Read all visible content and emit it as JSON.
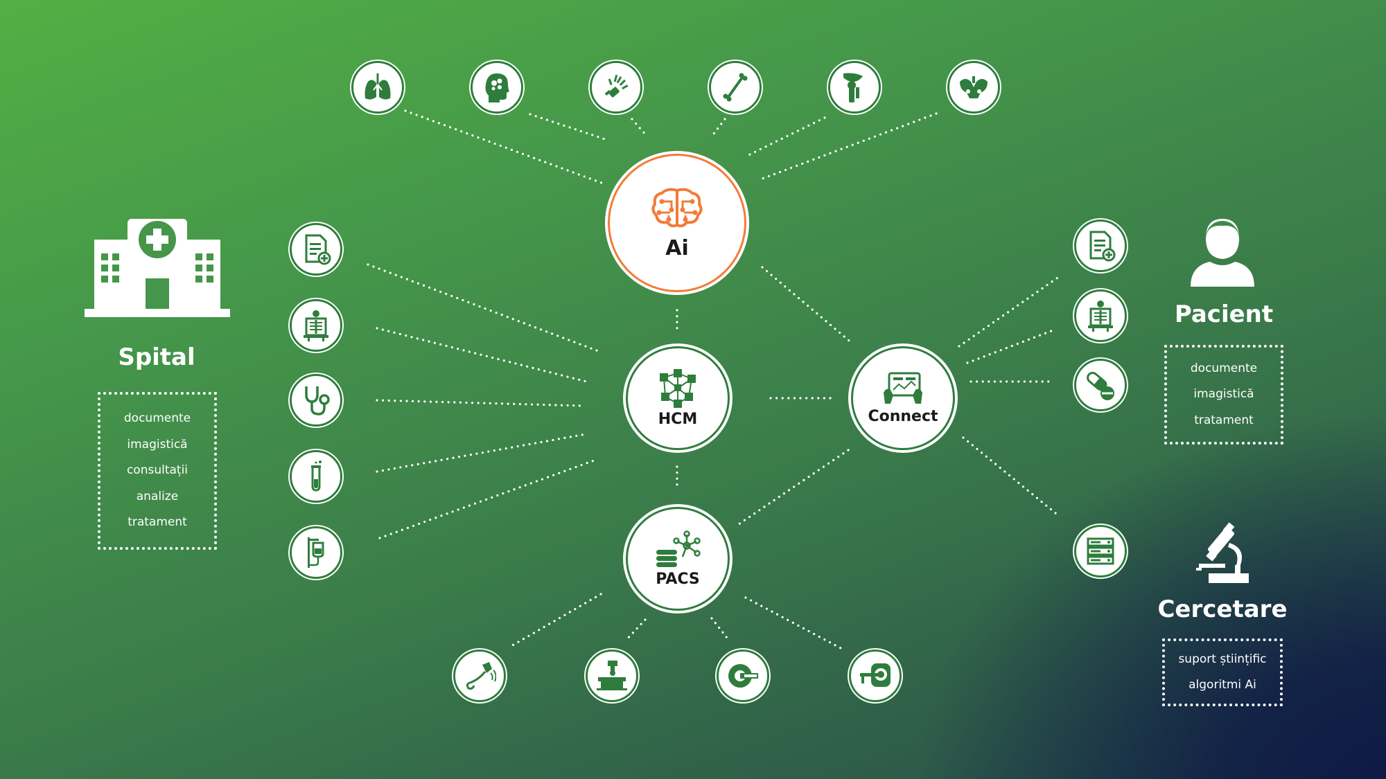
{
  "hubs": {
    "ai": "Ai",
    "hcm": "HCM",
    "connect": "Connect",
    "pacs": "PACS"
  },
  "spital": {
    "title": "Spital",
    "items": [
      "documente",
      "imagistică",
      "consultații",
      "analize",
      "tratament"
    ]
  },
  "pacient": {
    "title": "Pacient",
    "items": [
      "documente",
      "imagistică",
      "tratament"
    ]
  },
  "cercetare": {
    "title": "Cercetare",
    "items": [
      "suport științific",
      "algoritmi Ai"
    ]
  },
  "top_icons": [
    "lungs-icon",
    "brain-head-icon",
    "hand-xray-icon",
    "bone-icon",
    "hip-joint-icon",
    "pelvis-icon"
  ],
  "left_icons": [
    "medical-document-icon",
    "xray-person-icon",
    "stethoscope-icon",
    "test-tube-icon",
    "iv-drip-icon"
  ],
  "right_icons": [
    "medical-document-icon",
    "xray-person-icon",
    "pill-capsule-icon",
    "server-icon"
  ],
  "bottom_icons": [
    "ultrasound-probe-icon",
    "xray-machine-icon",
    "ct-scanner-icon",
    "mri-scanner-icon"
  ],
  "colors": {
    "accent_green": "#2e7d3d",
    "ai_orange": "#f47a36",
    "background_start": "#52b044",
    "background_end": "#0f1a45"
  }
}
